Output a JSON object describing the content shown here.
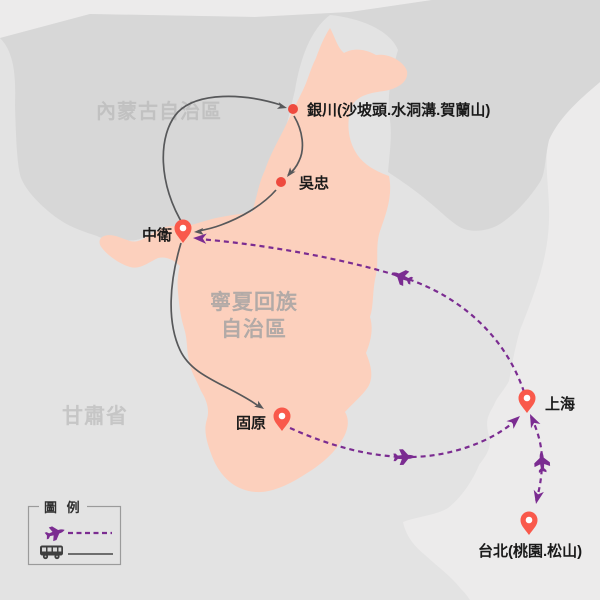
{
  "regions": [
    {
      "id": "inner-mongolia",
      "label": "內蒙古自治區"
    },
    {
      "id": "ningxia",
      "label_lines": [
        "寧夏回族",
        "自治區"
      ]
    },
    {
      "id": "gansu",
      "label": "甘肅省"
    }
  ],
  "cities": [
    {
      "id": "yinchuan",
      "label": "銀川(沙坡頭.水洞溝.賀蘭山)",
      "marker": "dot"
    },
    {
      "id": "wuzhong",
      "label": "吳忠",
      "marker": "dot"
    },
    {
      "id": "zhongwei",
      "label": "中衛",
      "marker": "pin"
    },
    {
      "id": "guyuan",
      "label": "固原",
      "marker": "pin"
    },
    {
      "id": "shanghai",
      "label": "上海",
      "marker": "pin"
    },
    {
      "id": "taipei",
      "label": "台北(桃園.松山)",
      "marker": "pin"
    }
  ],
  "routes": [
    {
      "from": "上海",
      "to": "中衛",
      "mode": "flight"
    },
    {
      "from": "中衛",
      "to": "銀川",
      "mode": "bus"
    },
    {
      "from": "銀川",
      "to": "吳忠",
      "mode": "bus"
    },
    {
      "from": "吳忠",
      "to": "中衛",
      "mode": "bus"
    },
    {
      "from": "中衛",
      "to": "固原",
      "mode": "bus"
    },
    {
      "from": "固原",
      "to": "上海",
      "mode": "flight"
    },
    {
      "from": "台北",
      "to": "上海",
      "mode": "flight"
    },
    {
      "from": "上海",
      "to": "台北",
      "mode": "flight"
    }
  ],
  "legend": {
    "title": "圖 例",
    "items": [
      {
        "icon": "airplane-icon",
        "mode": "flight",
        "line_style": "dashed"
      },
      {
        "icon": "bus-icon",
        "mode": "bus",
        "line_style": "solid"
      }
    ]
  },
  "colors": {
    "flight_route": "#7b2c91",
    "bus_route": "#58595b",
    "pin": "#f9594b",
    "city_dot": "#ee4a3e",
    "ningxia_fill": "#fcd0bd",
    "inner_mongolia_fill": "#d7d7d7",
    "land_fill": "#e3e3e3",
    "outer_fill": "#ecebeb",
    "region_label_gray": "#c1c1c1",
    "region_label_on_ningxia": "#b2aaa7",
    "city_label": "#1a1a1a"
  }
}
